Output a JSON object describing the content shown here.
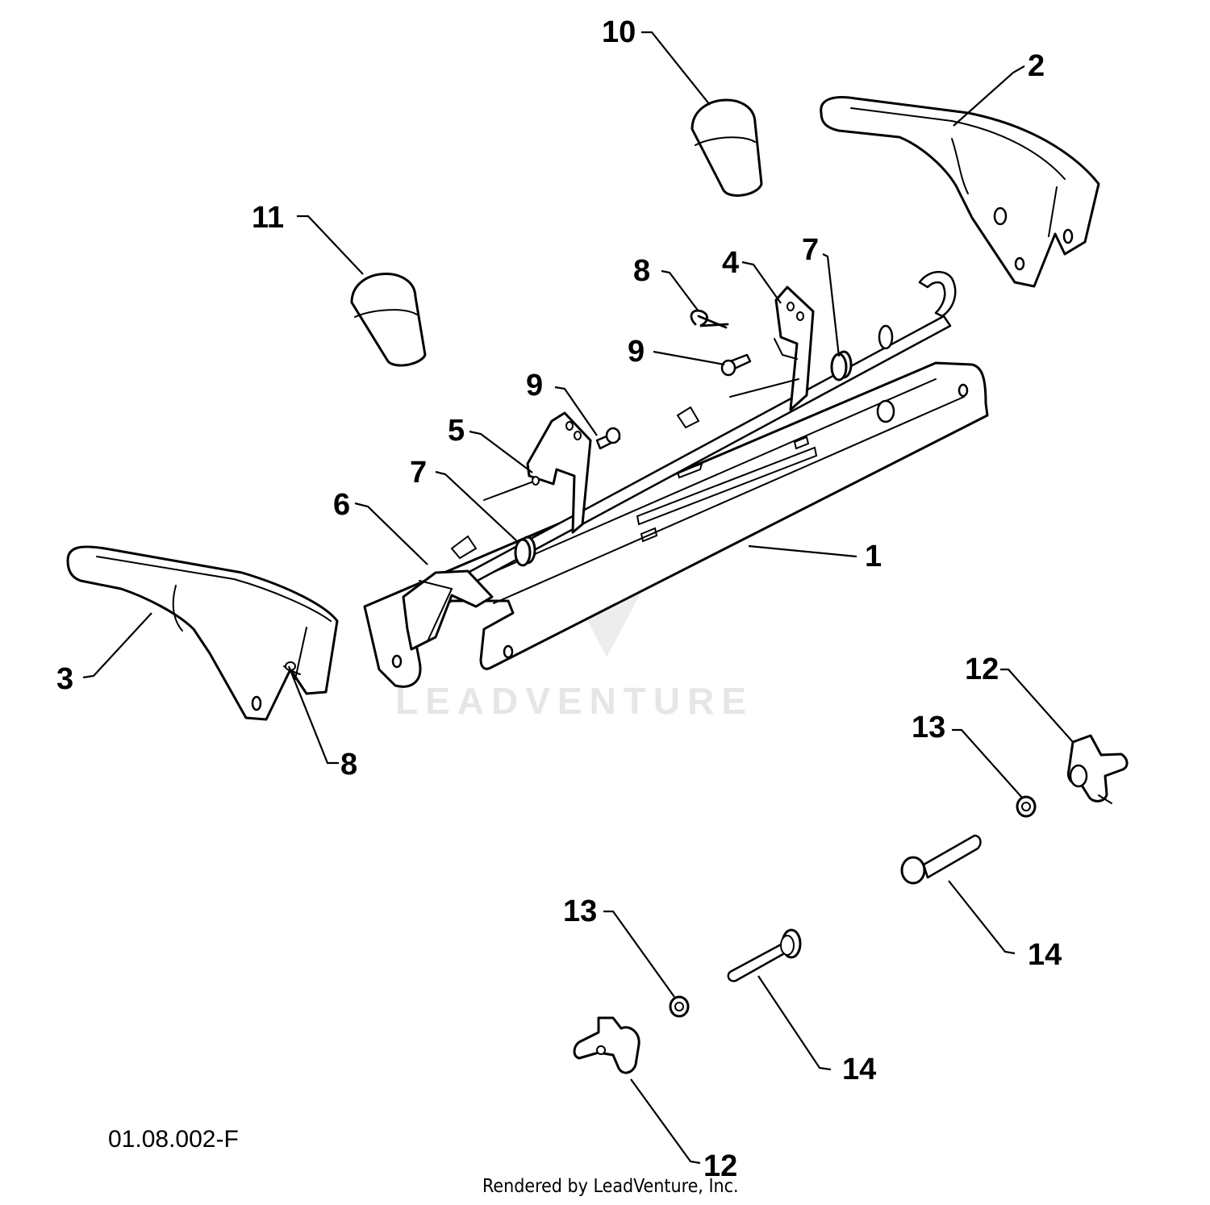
{
  "drawing_code": "01.08.002-F",
  "credit": "Rendered by LeadVenture, Inc.",
  "watermark": "LEADVENTURE",
  "callouts": {
    "c1": "1",
    "c2": "2",
    "c3": "3",
    "c4": "4",
    "c5": "5",
    "c6": "6",
    "c7a": "7",
    "c7b": "7",
    "c8a": "8",
    "c8b": "8",
    "c9a": "9",
    "c9b": "9",
    "c10": "10",
    "c11": "11",
    "c12a": "12",
    "c12b": "12",
    "c13a": "13",
    "c13b": "13",
    "c14a": "14",
    "c14b": "14"
  }
}
